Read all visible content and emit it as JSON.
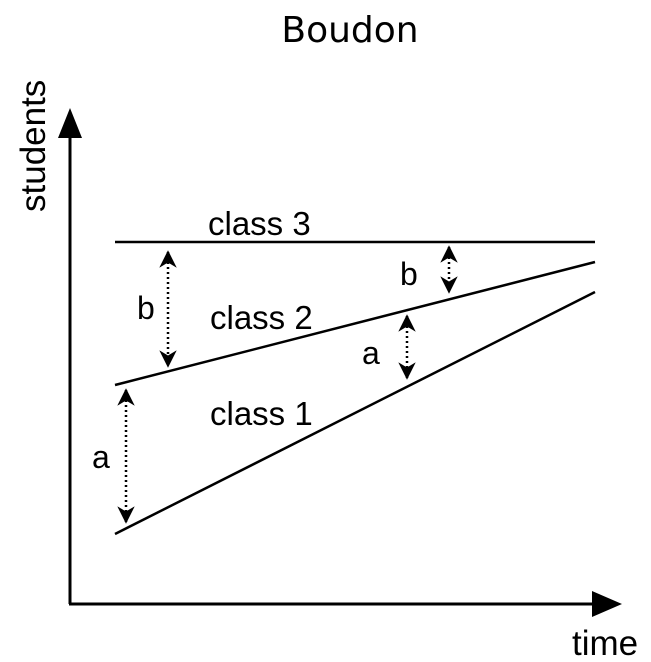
{
  "title": "Boudon",
  "axes": {
    "y_label": "students",
    "x_label": "time"
  },
  "lines": [
    {
      "name": "class 3",
      "label": "class 3"
    },
    {
      "name": "class 2",
      "label": "class 2"
    },
    {
      "name": "class 1",
      "label": "class 1"
    }
  ],
  "gaps": {
    "left_b": "b",
    "left_a": "a",
    "right_b": "b",
    "right_a": "a"
  }
}
